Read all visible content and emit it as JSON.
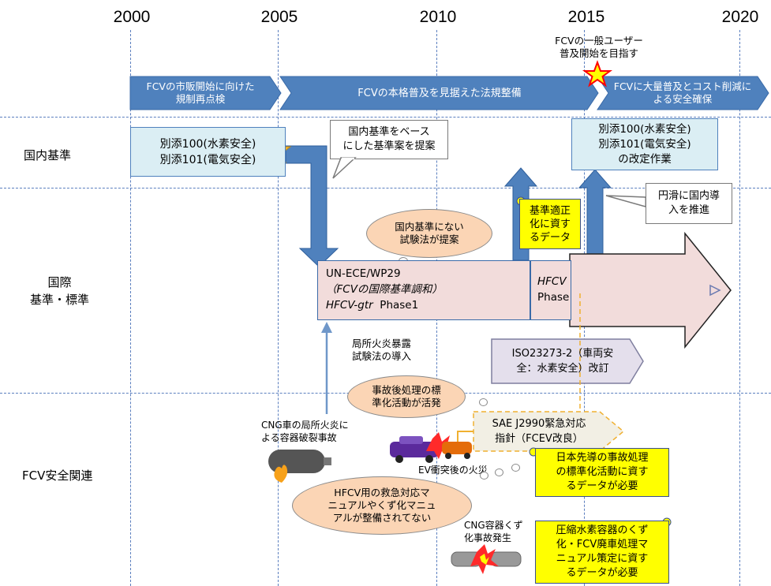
{
  "years": [
    "2000",
    "2005",
    "2010",
    "2015",
    "2020"
  ],
  "rows": {
    "domestic": "国内基準",
    "international_1": "国際",
    "international_2": "基準・標準",
    "fcv_safety": "FCV安全関連"
  },
  "phases": {
    "p1_line1": "FCVの市販開始に向けた",
    "p1_line2": "規制再点検",
    "p2": "FCVの本格普及を見据えた法規整備",
    "p3_line1": "FCVに大量普及とコスト削減に",
    "p3_line2": "よる安全確保"
  },
  "milestone": {
    "line1": "FCVの一般ユーザー",
    "line2": "普及開始を目指す"
  },
  "domestic_box": {
    "line1": "別添100(水素安全)",
    "line2": "別添101(電気安全)"
  },
  "domestic_revision": {
    "line1": "別添100(水素安全)",
    "line2": "別添101(電気安全)",
    "line3": "の改定作業"
  },
  "callout_propose": {
    "line1": "国内基準をベース",
    "line2": "にした基準案を提案"
  },
  "callout_smooth": {
    "line1": "円滑に国内導",
    "line2": "入を推進"
  },
  "cloud_test": {
    "line1": "国内基準にない",
    "line2": "試験法が提案"
  },
  "scroll_data": {
    "line1": "基準適正",
    "line2": "化に資す",
    "line3": "るデータ"
  },
  "unece": {
    "line1": "UN-ECE/WP29",
    "line2": "（FCVの国際基準調和）",
    "line3_italic": "HFCV-gtr",
    "line3_rest": "Phase1"
  },
  "phase2": {
    "line1": "HFCV",
    "line2": "Phase"
  },
  "local_fire": {
    "line1": "局所火炎暴露",
    "line2": "試験法の導入"
  },
  "iso": {
    "line1": "ISO23273-2（車両安",
    "line2": "全：水素安全）改訂"
  },
  "cloud_accident": {
    "line1": "事故後処理の標",
    "line2": "準化活動が活発"
  },
  "sae": {
    "line1": "SAE J2990緊急対応",
    "line2": "指針（FCEV改良）"
  },
  "cng_accident": {
    "line1": "CNG車の局所火炎に",
    "line2": "よる容器破裂事故"
  },
  "ev_crash": "EV衝突後の火災",
  "scroll_japan": {
    "line1": "日本先導の事故処理",
    "line2": "の標準化活動に資す",
    "line3": "るデータが必要"
  },
  "cloud_manual": {
    "line1": "HFCV用の救急対応マ",
    "line2": "ニュアルやくず化マニュ",
    "line3": "アルが整備されてない"
  },
  "cng_scrap": {
    "line1": "CNG容器くず",
    "line2": "化事故発生"
  },
  "scroll_scrap": {
    "line1": "圧縮水素容器のくず",
    "line2": "化・FCV廃車処理マ",
    "line3": "ニュアル策定に資す",
    "line4": "るデータが必要"
  },
  "colors": {
    "arrow_blue": "#4f81bd",
    "light_blue": "#dbeef4",
    "pink": "#f2dcdb",
    "lavender": "#e4dfec",
    "yellow": "#ffff00",
    "star": "#f7b52c",
    "star_red": "#ff0000"
  }
}
